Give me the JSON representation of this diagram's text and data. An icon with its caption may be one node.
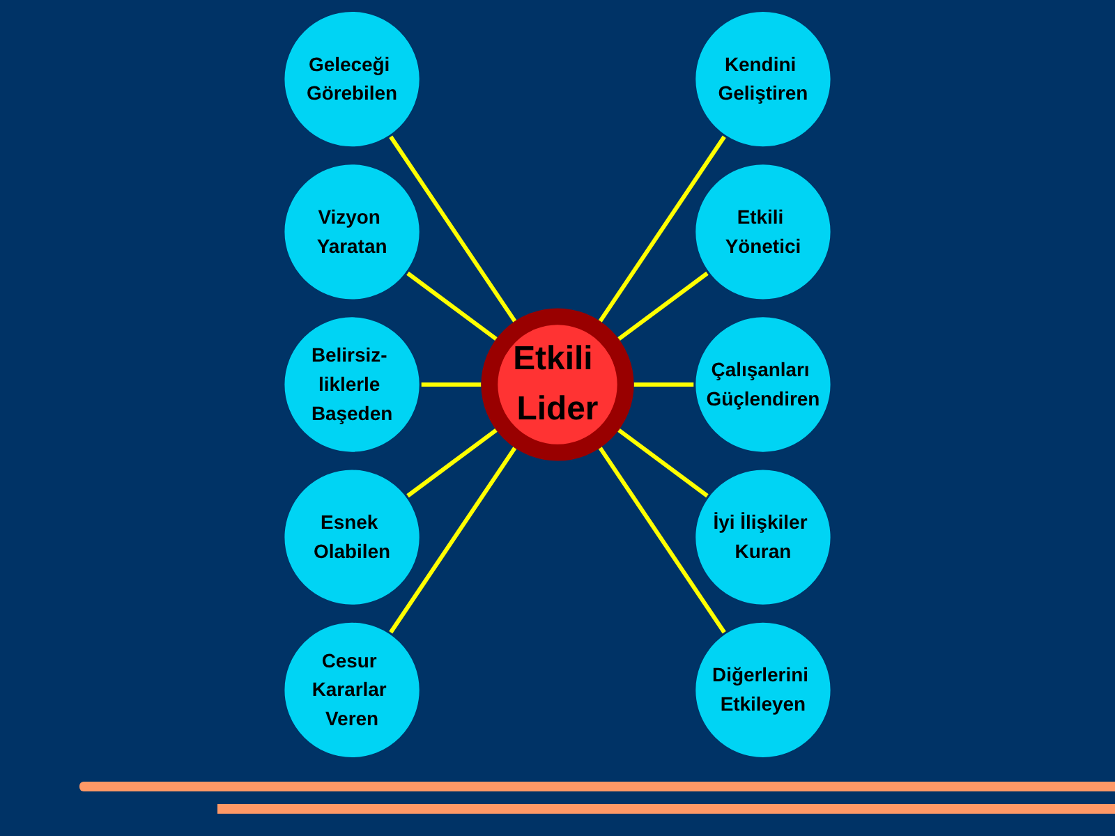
{
  "diagram": {
    "nodes": [
      {
        "text": [
          "Etkili Lider"
        ]
      },
      {
        "text": [
          "Kendini Geliştiren"
        ]
      },
      {
        "text": [
          "Geleceği Görebilen"
        ]
      },
      {
        "text": [
          "Etkili Yönetici"
        ]
      },
      {
        "text": [
          "Vizyon Yaratan"
        ]
      },
      {
        "text": [
          "Çalışanları Güçlendiren"
        ]
      },
      {
        "text": [
          "Belirsiz- liklerle Başeden"
        ]
      },
      {
        "text": [
          "İyi İlişkiler Kuran"
        ]
      },
      {
        "text": [
          "Esnek Olabilen"
        ]
      },
      {
        "text": [
          "Diğerlerini Etkileyen"
        ]
      },
      {
        "text": [
          "Cesur Kararlar Veren"
        ]
      }
    ],
    "edges": [
      {
        "from": 0,
        "to": 1,
        "arrow": "none"
      },
      {
        "from": 2,
        "to": 0,
        "arrow": "none"
      },
      {
        "from": 0,
        "to": 3,
        "arrow": "none"
      },
      {
        "from": 4,
        "to": 0,
        "arrow": "none"
      },
      {
        "from": 0,
        "to": 5,
        "arrow": "none"
      },
      {
        "from": 6,
        "to": 0,
        "arrow": "none"
      },
      {
        "from": 0,
        "to": 7,
        "arrow": "none"
      },
      {
        "from": 8,
        "to": 0,
        "arrow": "none"
      },
      {
        "from": 0,
        "to": 9,
        "arrow": "none"
      },
      {
        "from": 10,
        "to": 0,
        "arrow": "none"
      }
    ]
  }
}
